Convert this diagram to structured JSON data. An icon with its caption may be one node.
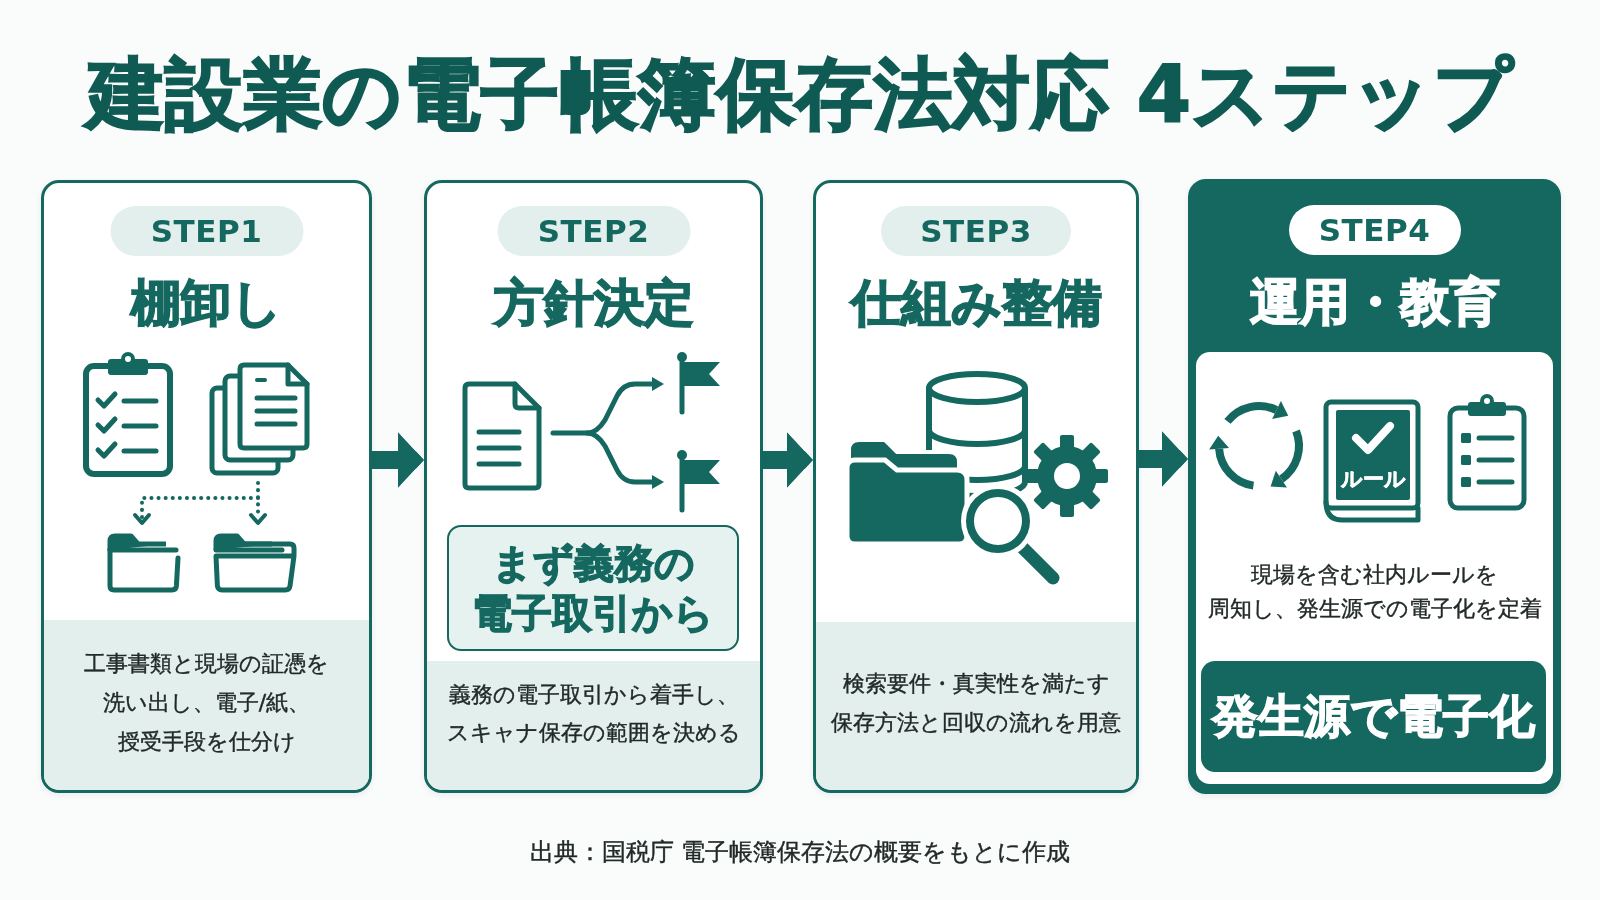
{
  "diagram": {
    "title": "建設業の電子帳簿保存法対応 4ステップ",
    "nodes": [
      {
        "text": [
          "棚卸し"
        ]
      },
      {
        "text": [
          "STEP1"
        ],
        "in": 0
      },
      {
        "text": [
          "工事書類と現場の証憑を洗い出し、電子/紙、授受手段を仕分け"
        ],
        "in": 0
      },
      {
        "text": [
          "方針決定"
        ]
      },
      {
        "text": [
          "STEP2"
        ],
        "in": 3
      },
      {
        "text": [
          "まず義務の電子取引から"
        ],
        "in": 3
      },
      {
        "text": [
          "義務の電子取引から着手し、スキャナ保存の範囲を決める"
        ],
        "in": 3
      },
      {
        "text": [
          "仕組み整備"
        ]
      },
      {
        "text": [
          "STEP3"
        ],
        "in": 7
      },
      {
        "text": [
          "検索要件・真実性を満たす保存方法と回収の流れを用意"
        ],
        "in": 7
      },
      {
        "text": [
          "運用・教育"
        ]
      },
      {
        "text": [
          "STEP4"
        ],
        "in": 10
      },
      {
        "text": [
          "現場を含む社内ルールを周知し、発生源での電子化を定着"
        ],
        "in": 10
      },
      {
        "text": [
          "発生源で電子化"
        ],
        "in": 12
      }
    ],
    "edges": [
      {
        "from": 0,
        "to": 3,
        "arrow": "to"
      },
      {
        "from": 3,
        "to": 7,
        "arrow": "to"
      },
      {
        "from": 7,
        "to": 10,
        "arrow": "to"
      }
    ],
    "labels": [
      "ルール"
    ],
    "caption": "出典：国税庁 電子帳簿保存法の概要をもとに作成"
  }
}
